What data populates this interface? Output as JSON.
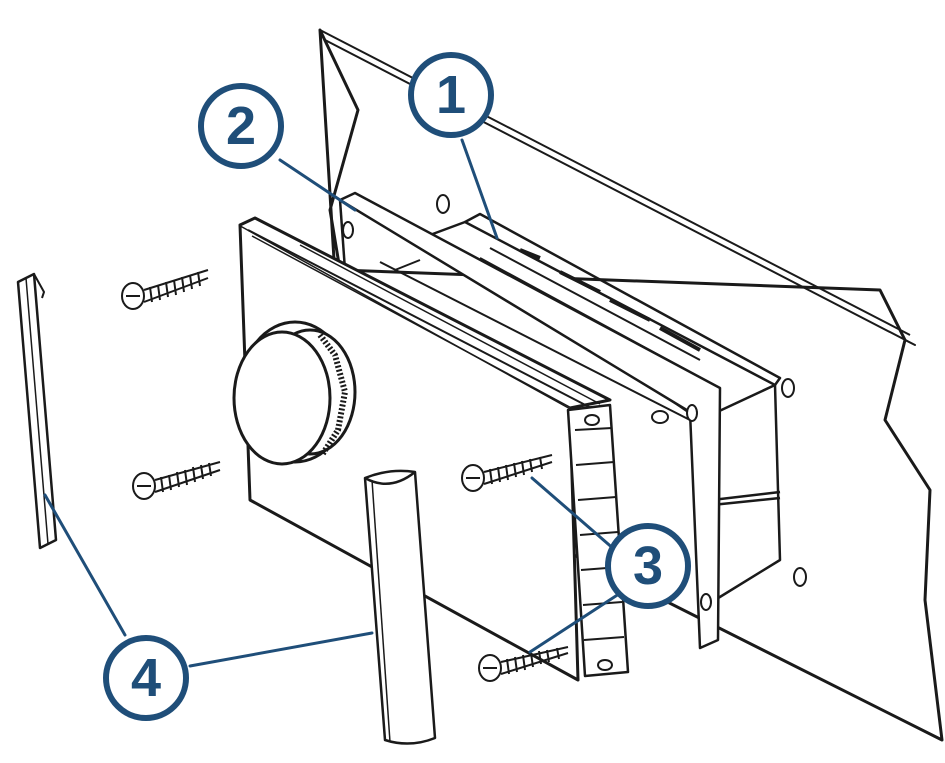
{
  "diagram": {
    "line_color": "#1a1a1a",
    "callout_color": "#1f4e79",
    "part_fill": "#ffffff",
    "callouts": [
      {
        "id": "1",
        "label": "1"
      },
      {
        "id": "2",
        "label": "2"
      },
      {
        "id": "3",
        "label": "3"
      },
      {
        "id": "4",
        "label": "4"
      }
    ]
  }
}
